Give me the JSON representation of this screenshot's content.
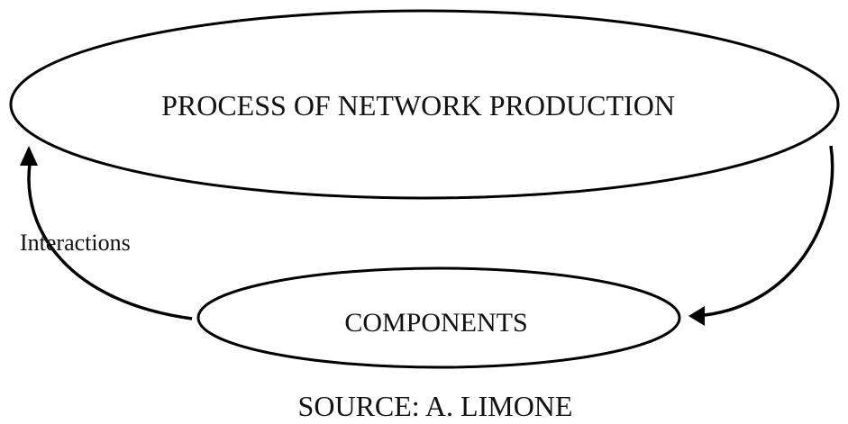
{
  "diagram": {
    "top_node": "PROCESS OF NETWORK PRODUCTION",
    "bottom_node": "COMPONENTS",
    "edge_label": "Interactions",
    "source": "SOURCE: A. LIMONE"
  }
}
